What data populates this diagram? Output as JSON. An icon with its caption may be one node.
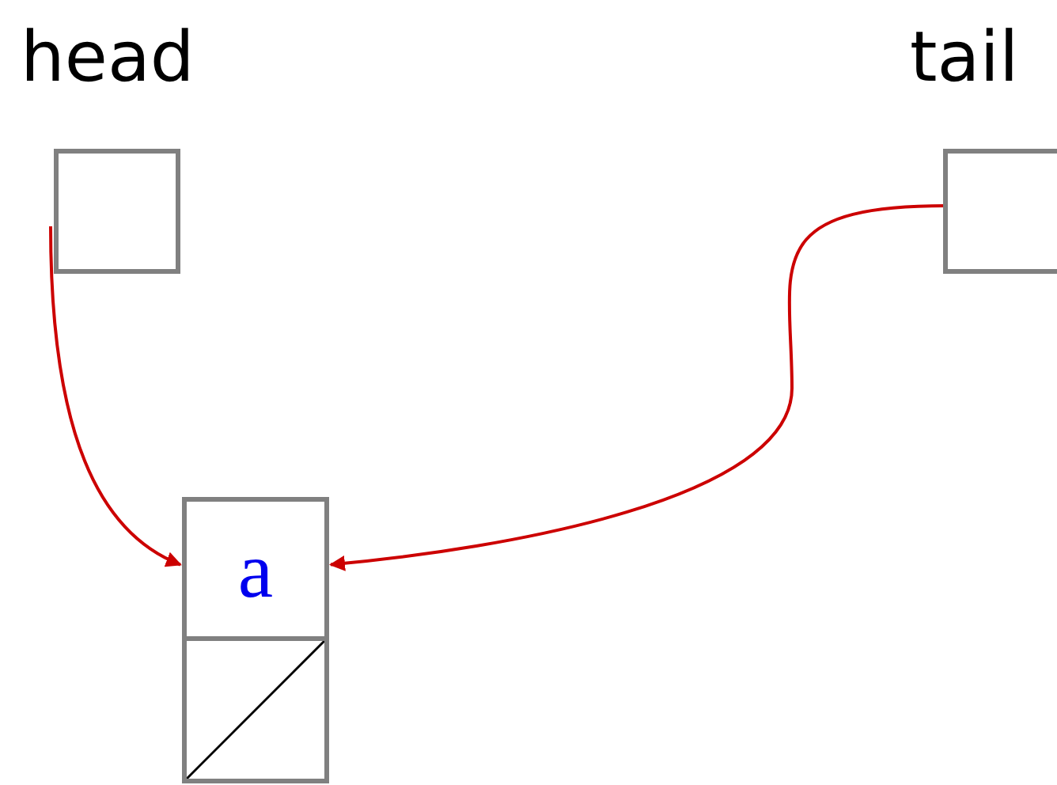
{
  "diagram": {
    "nodes": [
      {
        "text": [
          "head"
        ]
      },
      {
        "text": [
          "tail"
        ]
      },
      {
        "text": [
          "a"
        ]
      },
      {
        "text": [],
        "shape": "box"
      }
    ],
    "edges": [
      {
        "from": 0,
        "to": 2,
        "arrow": "to"
      },
      {
        "from": 1,
        "to": 2,
        "arrow": "to"
      }
    ]
  }
}
